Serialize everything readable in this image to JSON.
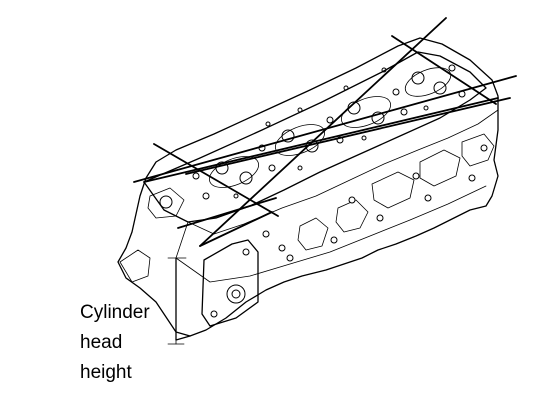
{
  "diagram": {
    "caption_lines": [
      "Cylinder",
      "head",
      "height"
    ]
  }
}
